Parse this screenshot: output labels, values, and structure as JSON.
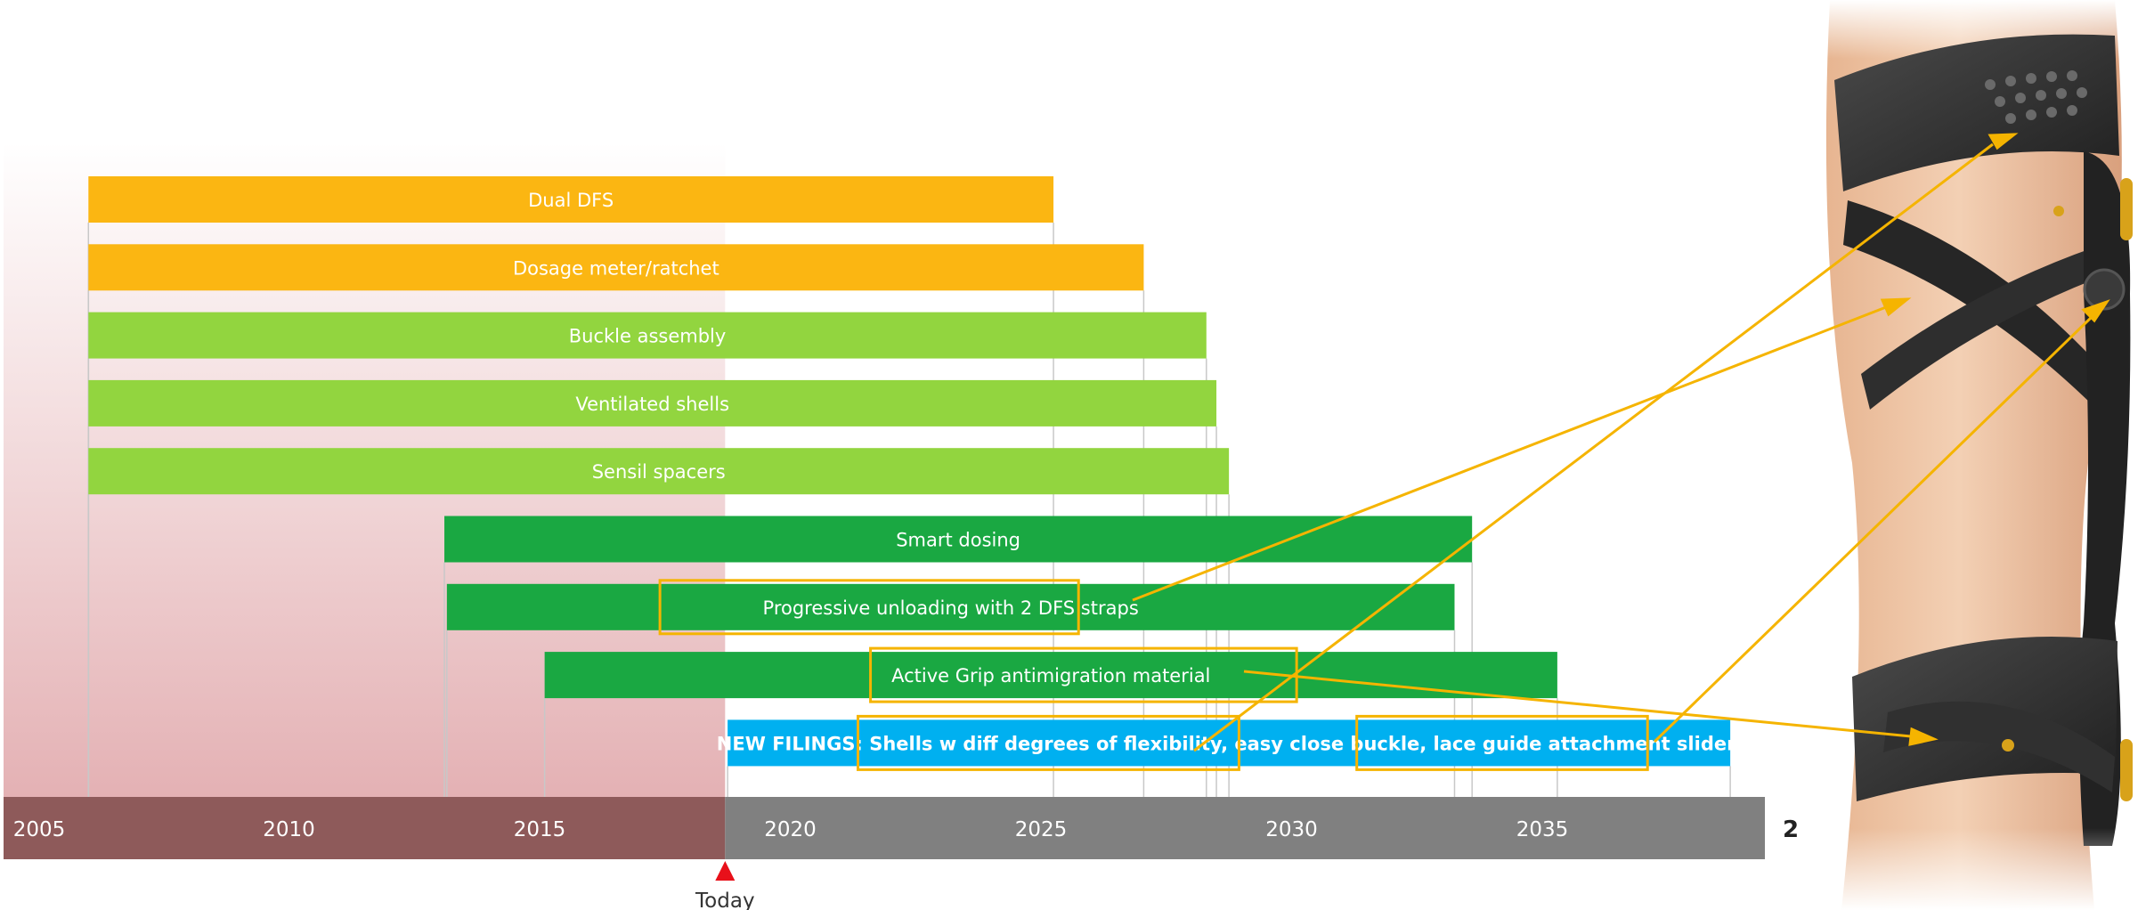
{
  "chart_data": {
    "type": "gantt",
    "axis": {
      "range": [
        2005,
        2040
      ],
      "tick_labels": [
        "2005",
        "2010",
        "2015",
        "2020",
        "2025",
        "2030",
        "2035"
      ],
      "truncated_label": "2",
      "past_color": "#8e5a5a",
      "future_color": "#808080"
    },
    "today": {
      "label": "Today",
      "year": 2018.7,
      "color": "#e8101a"
    },
    "past_shading": {
      "from": 2004,
      "to": 2018.7,
      "top_color": "#ffffff",
      "bottom_color": "#e4b1b4"
    },
    "bars": [
      {
        "label": "Dual DFS",
        "start": 2006.0,
        "end": 2025.25,
        "color": "#fbb612",
        "bold": false
      },
      {
        "label": "Dosage meter/ratchet",
        "start": 2006.0,
        "end": 2027.05,
        "color": "#fbb612",
        "bold": false
      },
      {
        "label": "Buckle assembly",
        "start": 2006.0,
        "end": 2028.3,
        "color": "#92d53f",
        "bold": false
      },
      {
        "label": "Ventilated shells",
        "start": 2006.0,
        "end": 2028.5,
        "color": "#92d53f",
        "bold": false
      },
      {
        "label": "Sensil spacers",
        "start": 2006.0,
        "end": 2028.75,
        "color": "#92d53f",
        "bold": false
      },
      {
        "label": "Smart dosing",
        "start": 2013.1,
        "end": 2033.6,
        "color": "#1aa842",
        "bold": false
      },
      {
        "label": "Progressive unloading with 2 DFS straps",
        "start": 2013.15,
        "end": 2033.25,
        "color": "#1aa842",
        "bold": false
      },
      {
        "label": "Active Grip antimigration material",
        "start": 2015.1,
        "end": 2035.3,
        "color": "#1aa842",
        "bold": false
      },
      {
        "label": "NEW FILINGS: Shells w diff degrees of flexibility, easy close buckle, lace guide attachment slider",
        "start": 2018.75,
        "end": 2038.75,
        "color": "#00b0f0",
        "bold": true
      }
    ],
    "highlights": [
      {
        "bar": 6,
        "from": 2017.4,
        "to": 2025.75
      },
      {
        "bar": 7,
        "from": 2021.6,
        "to": 2030.1
      },
      {
        "bar": 8,
        "from": 2021.35,
        "to": 2028.95
      },
      {
        "bar": 8,
        "from": 2031.3,
        "to": 2037.1
      }
    ],
    "highlight_color": "#f5b400"
  }
}
